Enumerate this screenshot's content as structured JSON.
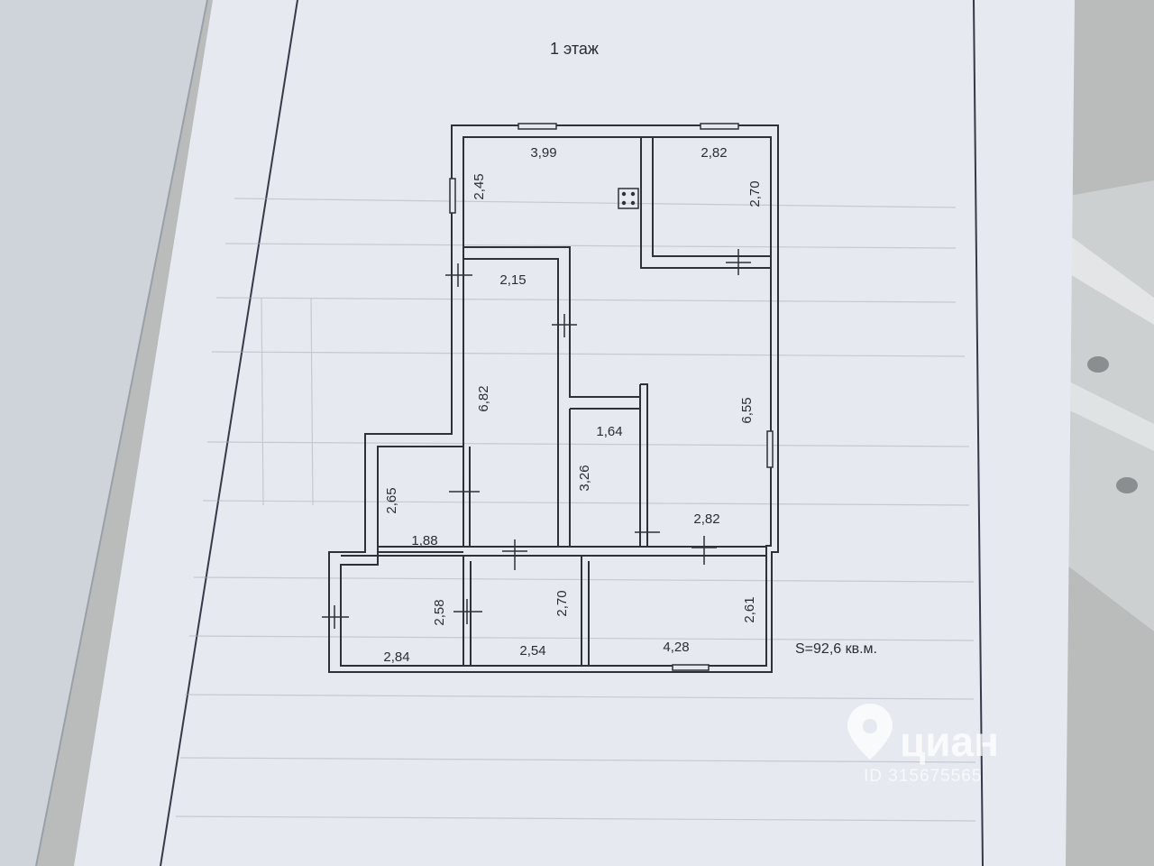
{
  "page": {
    "floor_title": "1 этаж",
    "total_area": "S=92,6 кв.м."
  },
  "plan": {
    "dimensions": {
      "kitchen_width": "3,99",
      "kitchen_height": "2,45",
      "room_ne_width": "2,82",
      "room_ne_height": "2,70",
      "corridor_width": "2,15",
      "corridor_length": "6,82",
      "living_height": "6,55",
      "living_width": "2,82",
      "closet_width": "1,64",
      "closet_height": "3,26",
      "small_room_height": "2,65",
      "small_room_width": "1,88",
      "sw_room_height": "2,58",
      "sw_room_width": "2,84",
      "middle_room_height": "2,70",
      "middle_room_width": "2,54",
      "se_room_height": "2,61",
      "se_room_width": "4,28"
    }
  },
  "watermark": {
    "brand": "циан",
    "id_text": "ID 315675565",
    "icon": "location-pin-icon"
  },
  "colors": {
    "wall": "#2e3138",
    "paper": "#e6e9f0",
    "background": "#b9bcbb"
  }
}
